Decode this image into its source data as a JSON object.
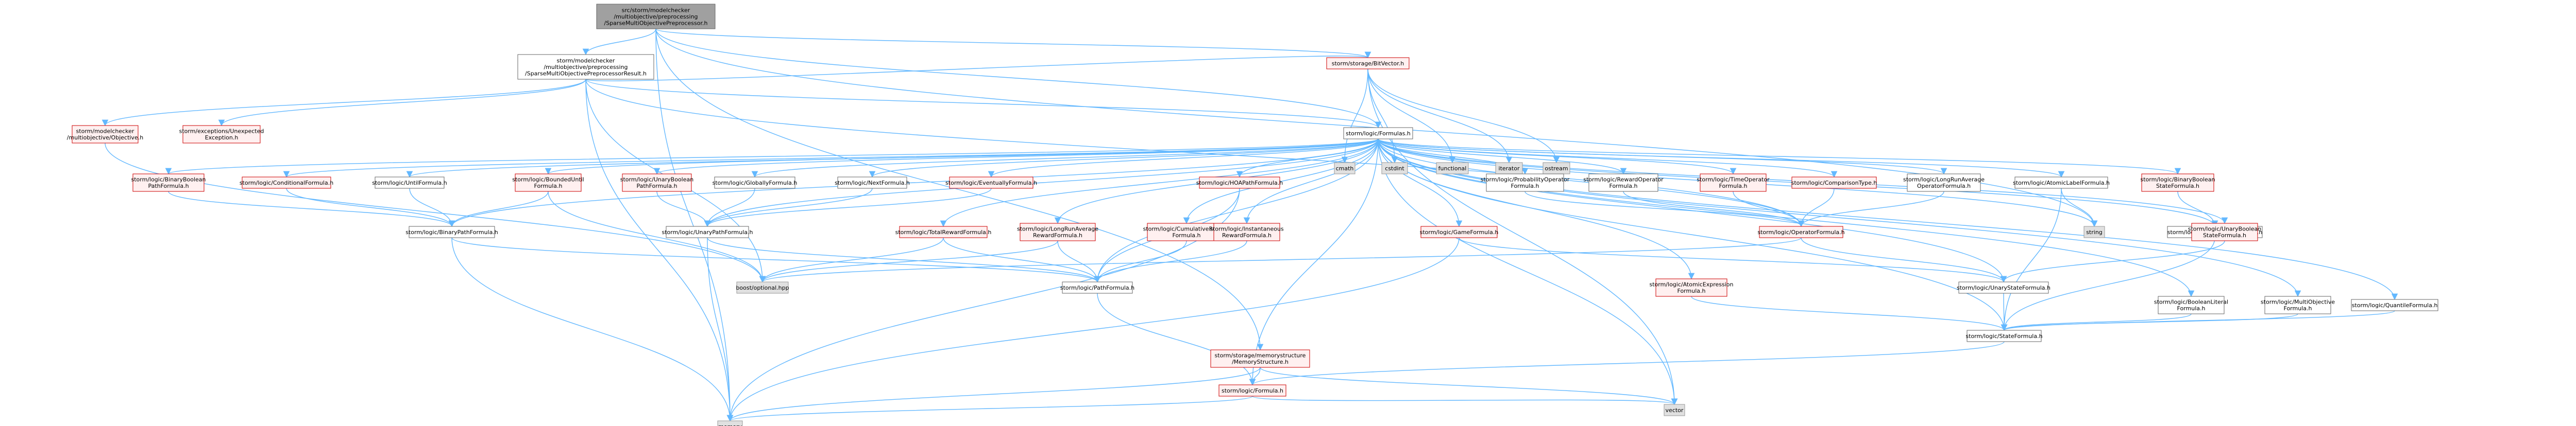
{
  "graph": {
    "nodes": [
      {
        "id": "root",
        "lines": [
          "src/storm/modelchecker",
          "/multiobjective/preprocessing",
          "/SparseMultiObjectivePreprocessor.h"
        ],
        "style": "root"
      },
      {
        "id": "result",
        "lines": [
          "storm/modelchecker",
          "/multiobjective/preprocessing",
          "/SparseMultiObjectivePreprocessorResult.h"
        ],
        "style": "normal"
      },
      {
        "id": "bitvector",
        "lines": [
          "storm/storage/BitVector.h"
        ],
        "style": "red"
      },
      {
        "id": "mo_objective",
        "lines": [
          "storm/modelchecker",
          "/multiobjective/Objective.h"
        ],
        "style": "red"
      },
      {
        "id": "unexpected",
        "lines": [
          "storm/exceptions/Unexpected",
          "Exception.h"
        ],
        "style": "red"
      },
      {
        "id": "formulas",
        "lines": [
          "storm/logic/Formulas.h"
        ],
        "style": "normal"
      },
      {
        "id": "cmath",
        "lines": [
          "cmath"
        ],
        "style": "sys"
      },
      {
        "id": "cstdint",
        "lines": [
          "cstdint"
        ],
        "style": "sys"
      },
      {
        "id": "functional",
        "lines": [
          "functional"
        ],
        "style": "sys"
      },
      {
        "id": "iterator",
        "lines": [
          "iterator"
        ],
        "style": "sys"
      },
      {
        "id": "ostream",
        "lines": [
          "ostream"
        ],
        "style": "sys"
      },
      {
        "id": "binboolpath",
        "lines": [
          "storm/logic/BinaryBoolean",
          "PathFormula.h"
        ],
        "style": "red"
      },
      {
        "id": "conditional",
        "lines": [
          "storm/logic/ConditionalFormula.h"
        ],
        "style": "red"
      },
      {
        "id": "until",
        "lines": [
          "storm/logic/UntilFormula.h"
        ],
        "style": "normal"
      },
      {
        "id": "boundeduntil",
        "lines": [
          "storm/logic/BoundedUntil",
          "Formula.h"
        ],
        "style": "red"
      },
      {
        "id": "unboolpath",
        "lines": [
          "storm/logic/UnaryBoolean",
          "PathFormula.h"
        ],
        "style": "red"
      },
      {
        "id": "globally",
        "lines": [
          "storm/logic/GloballyFormula.h"
        ],
        "style": "normal"
      },
      {
        "id": "next",
        "lines": [
          "storm/logic/NextFormula.h"
        ],
        "style": "normal"
      },
      {
        "id": "eventually",
        "lines": [
          "storm/logic/EventuallyFormula.h"
        ],
        "style": "red"
      },
      {
        "id": "hoapath",
        "lines": [
          "storm/logic/HOAPathFormula.h"
        ],
        "style": "red"
      },
      {
        "id": "probop",
        "lines": [
          "storm/logic/ProbabilityOperator",
          "Formula.h"
        ],
        "style": "normal"
      },
      {
        "id": "rewardop",
        "lines": [
          "storm/logic/RewardOperator",
          "Formula.h"
        ],
        "style": "normal"
      },
      {
        "id": "timeop",
        "lines": [
          "storm/logic/TimeOperator",
          "Formula.h"
        ],
        "style": "red"
      },
      {
        "id": "comparison",
        "lines": [
          "storm/logic/ComparisonType.h"
        ],
        "style": "red"
      },
      {
        "id": "lravgop",
        "lines": [
          "storm/logic/LongRunAverage",
          "OperatorFormula.h"
        ],
        "style": "normal"
      },
      {
        "id": "atomiclabel",
        "lines": [
          "storm/logic/AtomicLabelFormula.h"
        ],
        "style": "normal"
      },
      {
        "id": "binboolstate",
        "lines": [
          "storm/logic/BinaryBoolean",
          "StateFormula.h"
        ],
        "style": "red"
      },
      {
        "id": "binarypath",
        "lines": [
          "storm/logic/BinaryPathFormula.h"
        ],
        "style": "normal"
      },
      {
        "id": "unarypath",
        "lines": [
          "storm/logic/UnaryPathFormula.h"
        ],
        "style": "normal"
      },
      {
        "id": "totalreward",
        "lines": [
          "storm/logic/TotalRewardFormula.h"
        ],
        "style": "red"
      },
      {
        "id": "lravgreward",
        "lines": [
          "storm/logic/LongRunAverage",
          "RewardFormula.h"
        ],
        "style": "red"
      },
      {
        "id": "cumreward",
        "lines": [
          "storm/logic/CumulativeReward",
          "Formula.h"
        ],
        "style": "red"
      },
      {
        "id": "instreward",
        "lines": [
          "storm/logic/Instantaneous",
          "RewardFormula.h"
        ],
        "style": "red"
      },
      {
        "id": "game",
        "lines": [
          "storm/logic/GameFormula.h"
        ],
        "style": "red"
      },
      {
        "id": "operator",
        "lines": [
          "storm/logic/OperatorFormula.h"
        ],
        "style": "red"
      },
      {
        "id": "string",
        "lines": [
          "string"
        ],
        "style": "sys"
      },
      {
        "id": "binarystate",
        "lines": [
          "storm/logic/BinaryStateFormula.h"
        ],
        "style": "normal"
      },
      {
        "id": "unboolstate",
        "lines": [
          "storm/logic/UnaryBoolean",
          "StateFormula.h"
        ],
        "style": "red"
      },
      {
        "id": "optional",
        "lines": [
          "boost/optional.hpp"
        ],
        "style": "sys"
      },
      {
        "id": "pathformula",
        "lines": [
          "storm/logic/PathFormula.h"
        ],
        "style": "normal"
      },
      {
        "id": "atomicexpr",
        "lines": [
          "storm/logic/AtomicExpression",
          "Formula.h"
        ],
        "style": "red"
      },
      {
        "id": "unarystate",
        "lines": [
          "storm/logic/UnaryStateFormula.h"
        ],
        "style": "normal"
      },
      {
        "id": "boolliteral",
        "lines": [
          "storm/logic/BooleanLiteral",
          "Formula.h"
        ],
        "style": "normal"
      },
      {
        "id": "multiobjective",
        "lines": [
          "storm/logic/MultiObjective",
          "Formula.h"
        ],
        "style": "normal"
      },
      {
        "id": "quantile",
        "lines": [
          "storm/logic/QuantileFormula.h"
        ],
        "style": "normal"
      },
      {
        "id": "stateformula",
        "lines": [
          "storm/logic/StateFormula.h"
        ],
        "style": "normal"
      },
      {
        "id": "memstruct",
        "lines": [
          "storm/storage/memorystructure",
          "/MemoryStructure.h"
        ],
        "style": "red"
      },
      {
        "id": "formula",
        "lines": [
          "storm/logic/Formula.h"
        ],
        "style": "red"
      },
      {
        "id": "vector",
        "lines": [
          "vector"
        ],
        "style": "sys"
      },
      {
        "id": "memory",
        "lines": [
          "memory"
        ],
        "style": "sys"
      }
    ]
  }
}
